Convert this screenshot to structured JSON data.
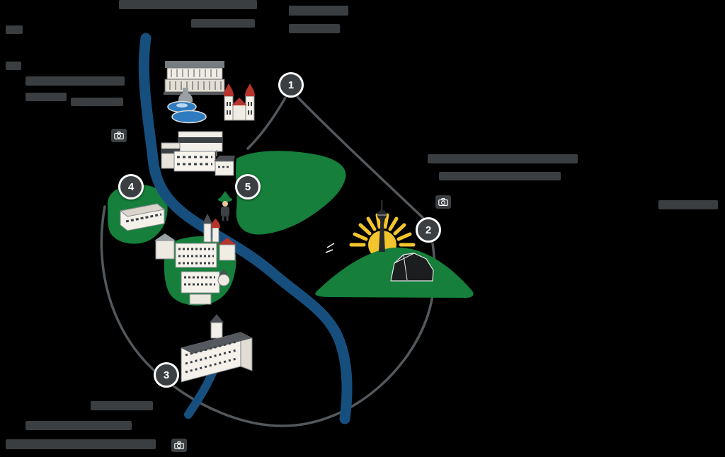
{
  "map": {
    "type": "illustrated-city-map",
    "background_color": "#000000",
    "markers": [
      {
        "label": "1"
      },
      {
        "label": "2"
      },
      {
        "label": "3"
      },
      {
        "label": "4"
      },
      {
        "label": "5"
      }
    ],
    "icons": [
      {
        "name": "camera-icon",
        "count": 3
      },
      {
        "name": "sun-icon",
        "count": 1
      },
      {
        "name": "tv-tower-icon",
        "count": 1
      }
    ],
    "landmarks": [
      {
        "name": "arcade-building"
      },
      {
        "name": "fountain"
      },
      {
        "name": "twin-domed-church"
      },
      {
        "name": "museum-complex"
      },
      {
        "name": "small-house"
      },
      {
        "name": "statue-figure"
      },
      {
        "name": "modern-gallery"
      },
      {
        "name": "old-town-cluster"
      },
      {
        "name": "hill-with-tower-and-sun"
      },
      {
        "name": "palace-museum"
      },
      {
        "name": "river"
      },
      {
        "name": "ring-road"
      }
    ],
    "colors": {
      "river": "#164f7d",
      "park_green": "#157f3b",
      "road_gray": "#53585c",
      "marker_fill": "#3b3f42",
      "marker_text": "#ffffff",
      "sun_yellow": "#f3c52c",
      "label_bar": "#3a3e41",
      "dome_red": "#b5342c",
      "building_white": "#f4f1ea",
      "dark_silhouette": "#1b1d1f"
    }
  }
}
